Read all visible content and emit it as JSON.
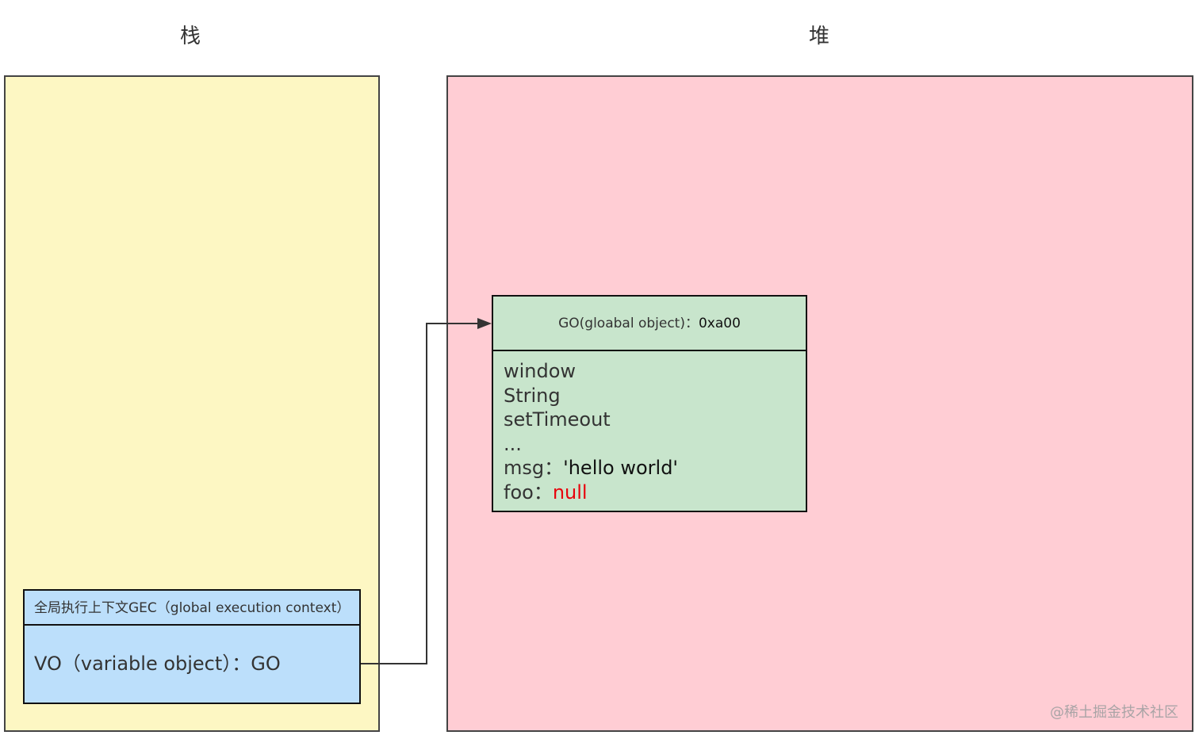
{
  "headings": {
    "stack": "栈",
    "heap": "堆"
  },
  "gec": {
    "title": "全局执行上下文GEC（global execution context）",
    "vo_line": "VO（variable object）：GO"
  },
  "go": {
    "title": "GO(gloabal object)：",
    "address": "0xa00",
    "properties": [
      {
        "text": "window"
      },
      {
        "text": "String"
      },
      {
        "text": "setTimeout"
      },
      {
        "text": "..."
      }
    ],
    "msg": {
      "key": "msg：",
      "value": "'hello world'"
    },
    "foo": {
      "key": "foo：",
      "value": "null"
    }
  },
  "watermark": "@稀土掘金技术社区",
  "colors": {
    "stack_bg": "#fdf7c3",
    "heap_bg": "#ffcdd4",
    "gec_bg": "#bcdffb",
    "go_bg": "#c8e5cc",
    "null_value": "#e8000b"
  }
}
